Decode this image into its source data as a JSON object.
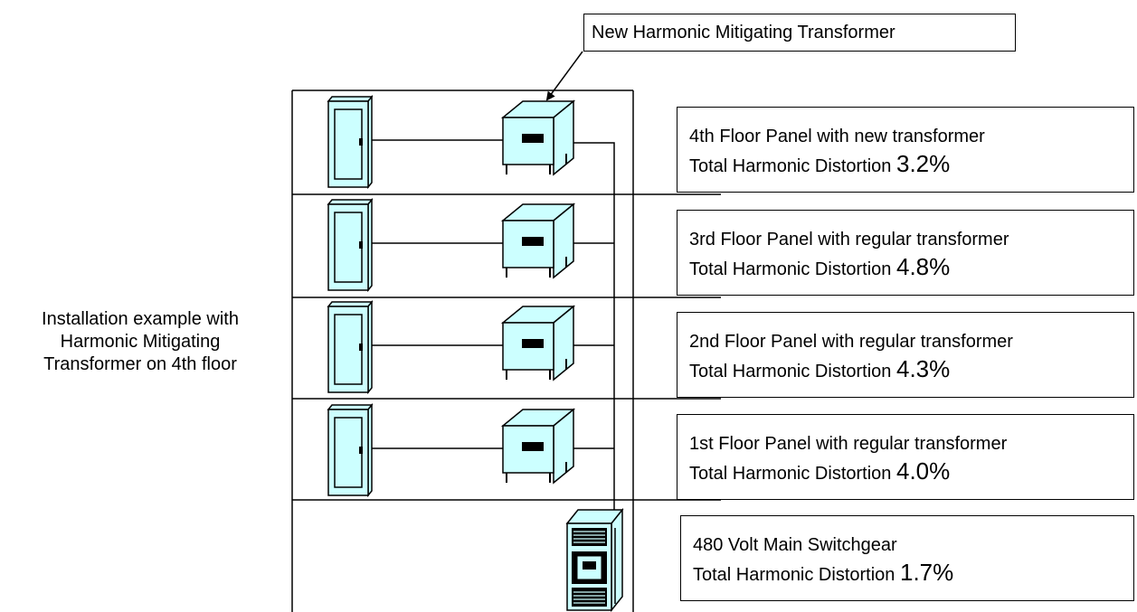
{
  "side_caption": [
    "Installation example with",
    "Harmonic Mitigating",
    "Transformer on 4th floor"
  ],
  "callout": "New Harmonic Mitigating Transformer",
  "colors": {
    "equipment_fill": "#ccffff",
    "stroke": "#000000"
  },
  "floors": [
    {
      "panel_label": "4th Floor Panel with new transformer",
      "thd_label": "Total Harmonic Distortion",
      "thd_value": "3.2%"
    },
    {
      "panel_label": "3rd Floor Panel with regular transformer",
      "thd_label": "Total Harmonic Distortion",
      "thd_value": "4.8%"
    },
    {
      "panel_label": "2nd Floor Panel with regular transformer",
      "thd_label": "Total Harmonic Distortion",
      "thd_value": "4.3%"
    },
    {
      "panel_label": "1st Floor Panel with regular transformer",
      "thd_label": "Total Harmonic Distortion",
      "thd_value": "4.0%"
    }
  ],
  "switchgear": {
    "label": "480 Volt Main Switchgear",
    "thd_label": "Total Harmonic Distortion",
    "thd_value": "1.7%"
  }
}
